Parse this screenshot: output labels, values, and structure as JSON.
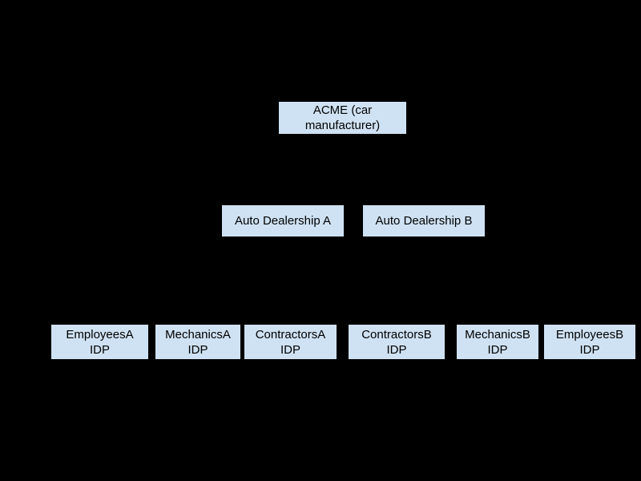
{
  "colors": {
    "background": "#000000",
    "node_fill": "#cfe2f3",
    "node_text": "#000000"
  },
  "diagram": {
    "type": "hierarchy",
    "levels": [
      "root",
      "dealerships",
      "identity-providers"
    ]
  },
  "nodes": {
    "acme": {
      "label": "ACME (car manufacturer)",
      "lines": [
        "ACME (car",
        "manufacturer)"
      ]
    },
    "dealership_a": {
      "label": "Auto Dealership A",
      "lines": [
        "Auto Dealership A"
      ]
    },
    "dealership_b": {
      "label": "Auto Dealership B",
      "lines": [
        "Auto Dealership B"
      ]
    },
    "employees_a": {
      "label": "EmployeesA IDP",
      "lines": [
        "EmployeesA",
        "IDP"
      ]
    },
    "mechanics_a": {
      "label": "MechanicsA IDP",
      "lines": [
        "MechanicsA",
        "IDP"
      ]
    },
    "contractors_a": {
      "label": "ContractorsA IDP",
      "lines": [
        "ContractorsA",
        "IDP"
      ]
    },
    "contractors_b": {
      "label": "ContractorsB IDP",
      "lines": [
        "ContractorsB",
        "IDP"
      ]
    },
    "mechanics_b": {
      "label": "MechanicsB IDP",
      "lines": [
        "MechanicsB",
        "IDP"
      ]
    },
    "employees_b": {
      "label": "EmployeesB IDP",
      "lines": [
        "EmployeesB",
        "IDP"
      ]
    }
  }
}
